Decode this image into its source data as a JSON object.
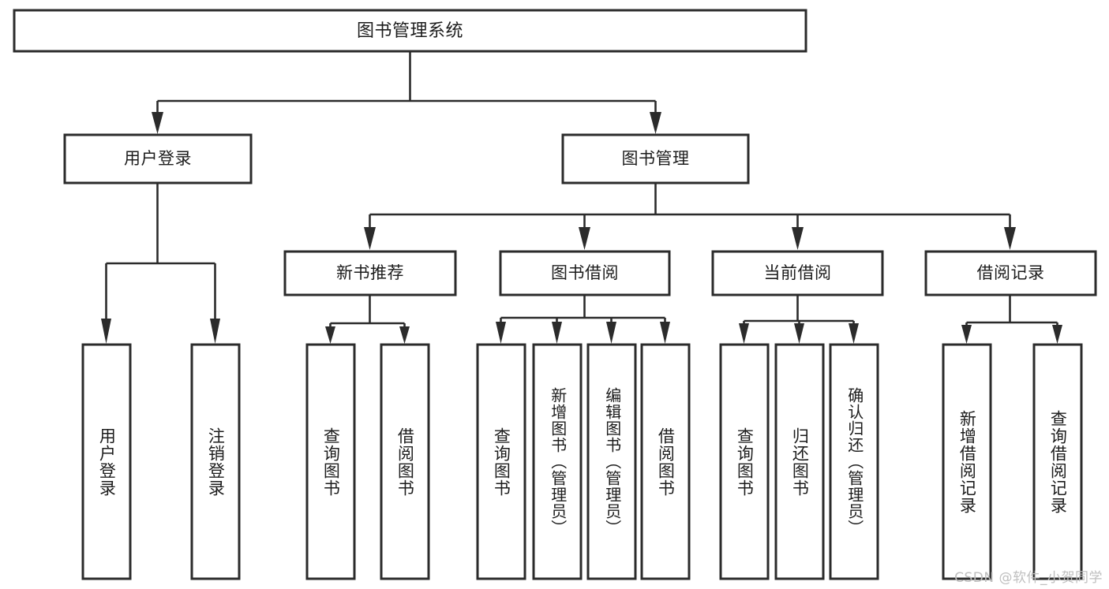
{
  "diagram": {
    "title": "图书管理系统",
    "type": "tree",
    "root": {
      "id": "root",
      "label": "图书管理系统",
      "orientation": "horizontal"
    },
    "level2": [
      {
        "id": "user-login",
        "label": "用户登录",
        "orientation": "horizontal"
      },
      {
        "id": "book-manage",
        "label": "图书管理",
        "orientation": "horizontal"
      }
    ],
    "level3": [
      {
        "id": "new-book-recommend",
        "label": "新书推荐",
        "parent": "book-manage",
        "orientation": "horizontal"
      },
      {
        "id": "book-borrow",
        "label": "图书借阅",
        "parent": "book-manage",
        "orientation": "horizontal"
      },
      {
        "id": "current-borrow",
        "label": "当前借阅",
        "parent": "book-manage",
        "orientation": "horizontal"
      },
      {
        "id": "borrow-record",
        "label": "借阅记录",
        "parent": "book-manage",
        "orientation": "horizontal"
      }
    ],
    "leaves": [
      {
        "id": "leaf-user-login",
        "label": "用户登录",
        "parent": "user-login",
        "orientation": "vertical"
      },
      {
        "id": "leaf-user-logout",
        "label": "注销登录",
        "parent": "user-login",
        "orientation": "vertical"
      },
      {
        "id": "leaf-query-book-1",
        "label": "查询图书",
        "parent": "new-book-recommend",
        "orientation": "vertical"
      },
      {
        "id": "leaf-borrow-book-1",
        "label": "借阅图书",
        "parent": "new-book-recommend",
        "orientation": "vertical"
      },
      {
        "id": "leaf-query-book-2",
        "label": "查询图书",
        "parent": "book-borrow",
        "orientation": "vertical"
      },
      {
        "id": "leaf-add-book",
        "label": "新增图书（管理员）",
        "parent": "book-borrow",
        "orientation": "vertical"
      },
      {
        "id": "leaf-edit-book",
        "label": "编辑图书（管理员）",
        "parent": "book-borrow",
        "orientation": "vertical"
      },
      {
        "id": "leaf-borrow-book-2",
        "label": "借阅图书",
        "parent": "book-borrow",
        "orientation": "vertical"
      },
      {
        "id": "leaf-query-book-3",
        "label": "查询图书",
        "parent": "current-borrow",
        "orientation": "vertical"
      },
      {
        "id": "leaf-return-book",
        "label": "归还图书",
        "parent": "current-borrow",
        "orientation": "vertical"
      },
      {
        "id": "leaf-confirm-return",
        "label": "确认归还（管理员）",
        "parent": "current-borrow",
        "orientation": "vertical"
      },
      {
        "id": "leaf-add-record",
        "label": "新增借阅记录",
        "parent": "borrow-record",
        "orientation": "vertical"
      },
      {
        "id": "leaf-query-record",
        "label": "查询借阅记录",
        "parent": "borrow-record",
        "orientation": "vertical"
      }
    ],
    "watermark": "CSDN @软件_小贺同学",
    "colors": {
      "background": "#ffffff",
      "box_fill": "#ffffff",
      "box_stroke": "#2b2b2b",
      "connector": "#2b2b2b",
      "text": "#1c1c1c",
      "watermark_text": "#bfbfbf"
    }
  }
}
